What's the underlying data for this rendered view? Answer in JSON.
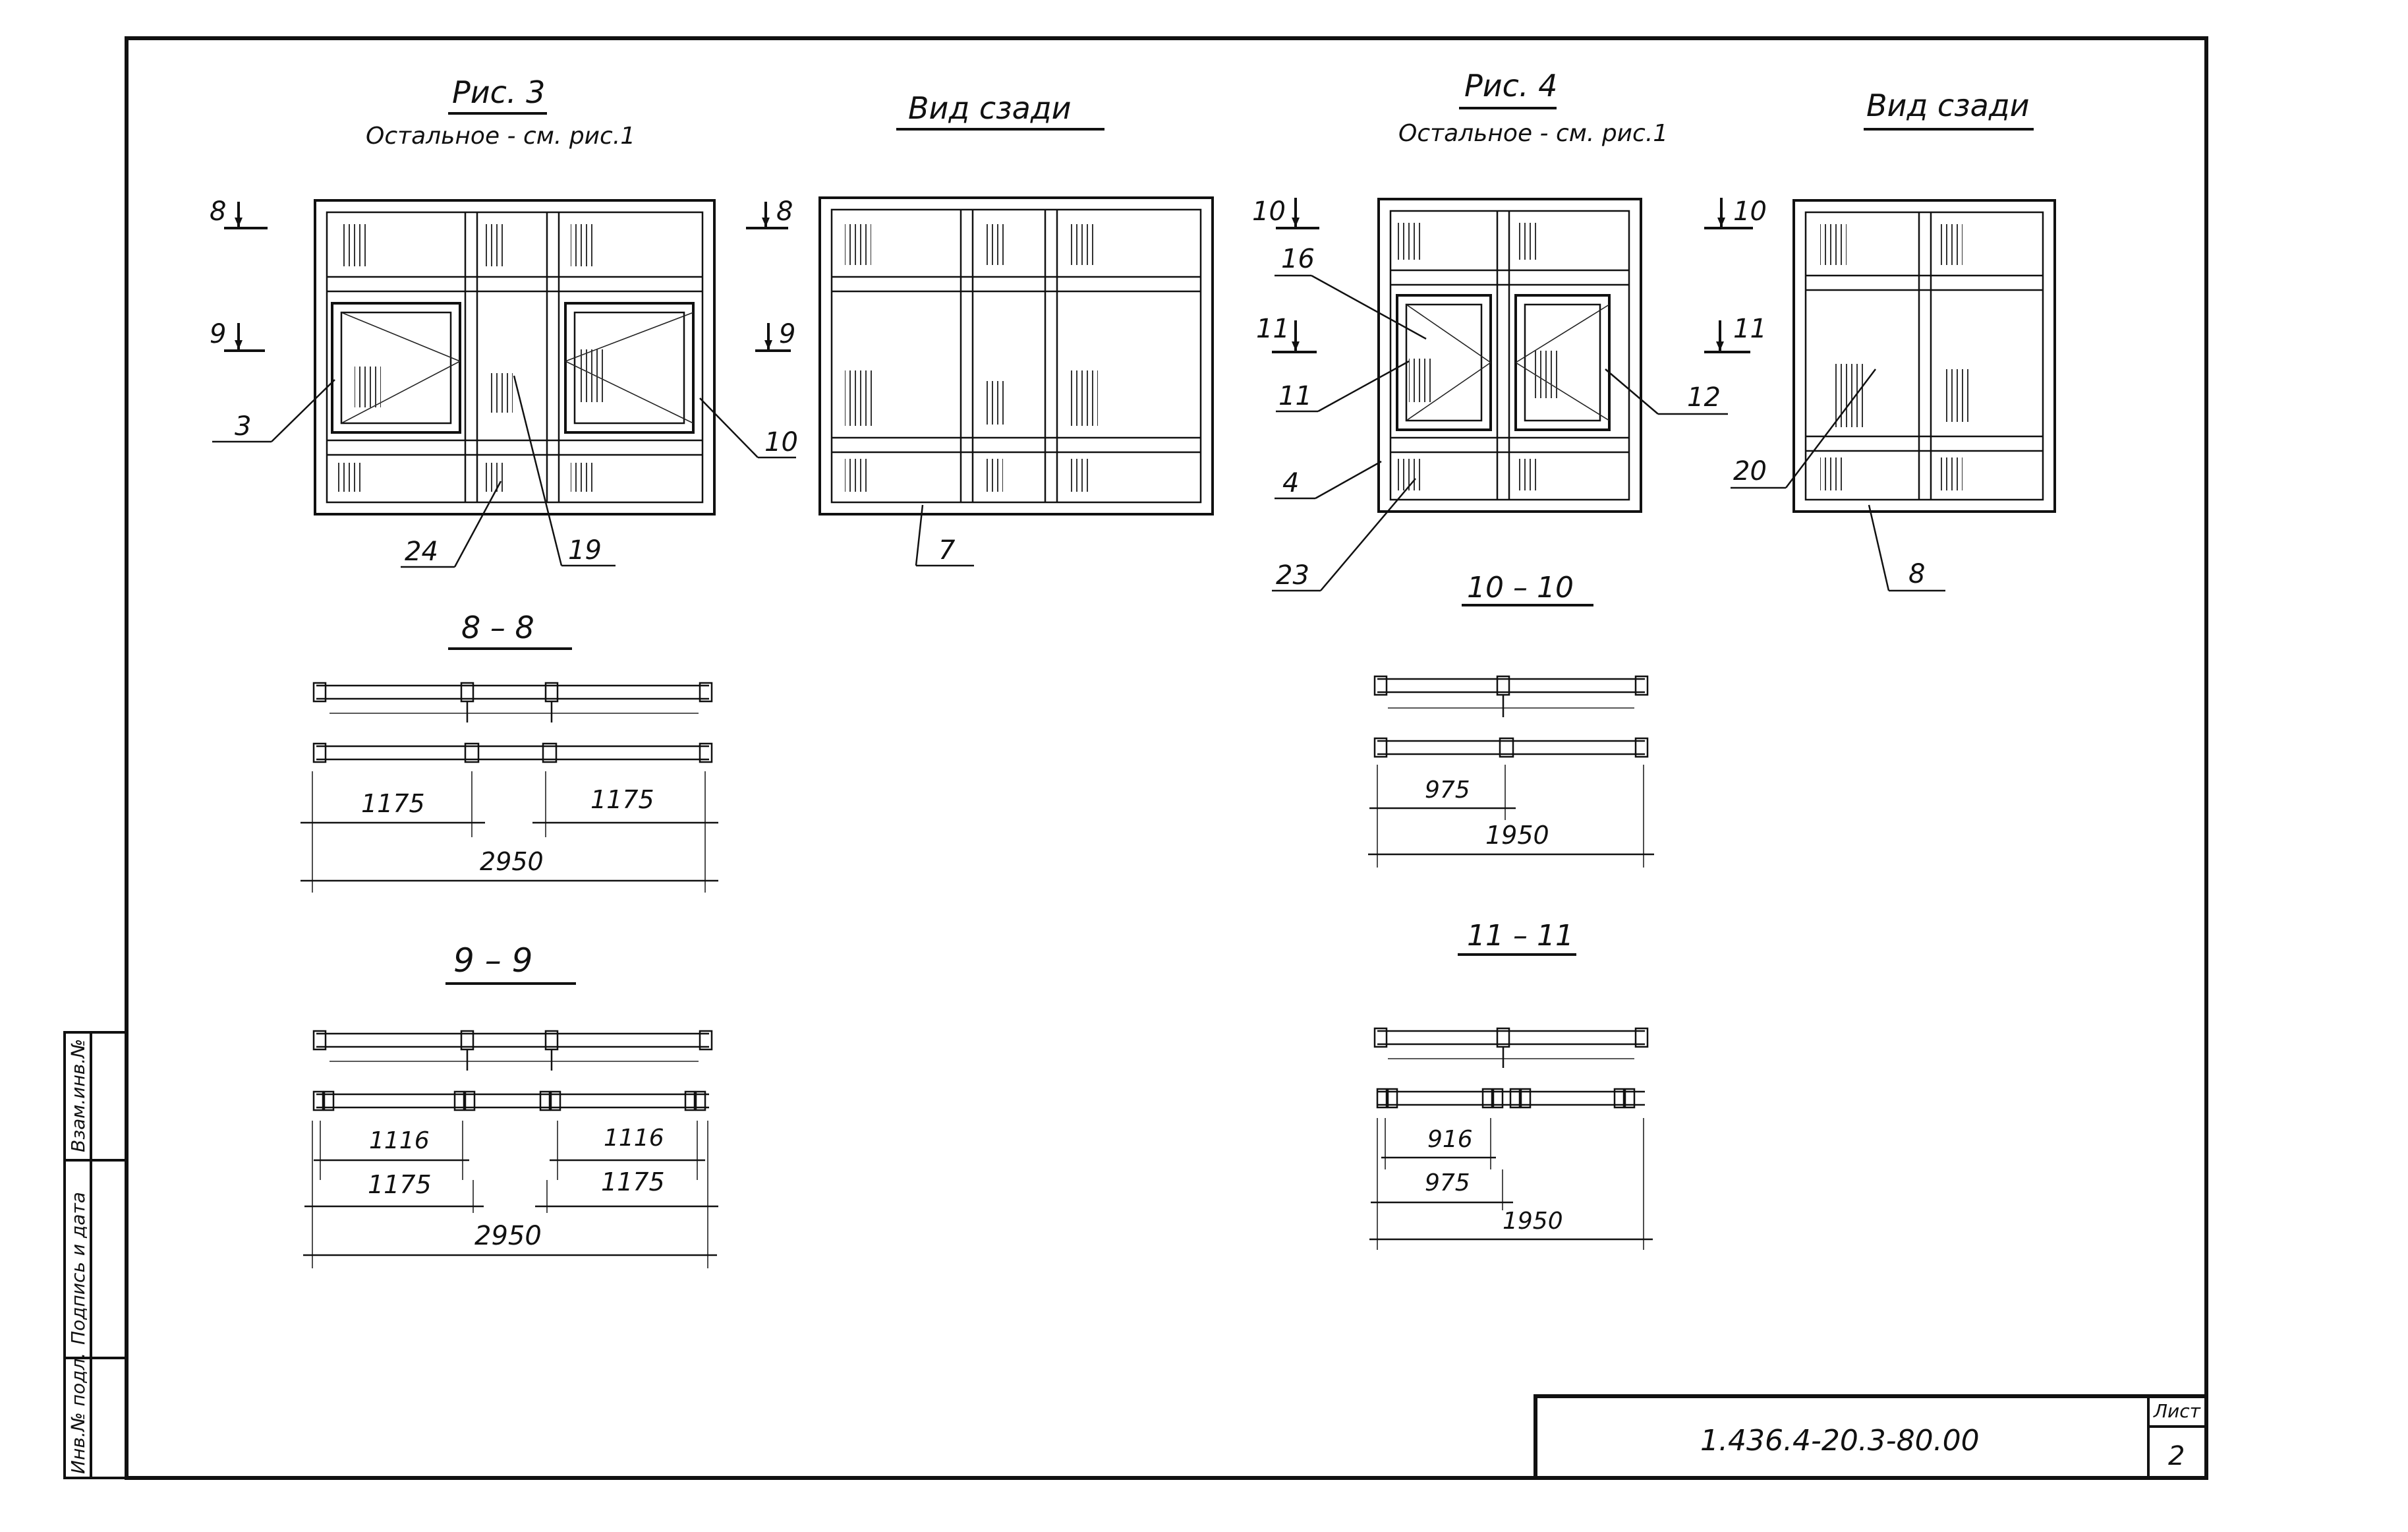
{
  "fig3": {
    "title": "Рис. 3",
    "note": "Остальное - см. рис.1",
    "cut_top_left": "8",
    "cut_top_right": "8",
    "cut_mid_left": "9",
    "cut_mid_right": "9",
    "callouts": [
      "3",
      "10",
      "24",
      "19"
    ]
  },
  "fig3_back": {
    "title": "Вид сзади",
    "callout": "7"
  },
  "fig4": {
    "title": "Рис. 4",
    "note": "Остальное - см. рис.1",
    "cut_top_left": "10",
    "cut_top_right": "10",
    "cut_mid_left": "11",
    "cut_mid_right": "11",
    "callouts": [
      "16",
      "11",
      "4",
      "23",
      "12"
    ]
  },
  "fig4_back": {
    "title": "Вид сзади",
    "callouts": [
      "20",
      "8"
    ]
  },
  "sections": {
    "s8": {
      "title": "8 – 8",
      "dims": [
        "1175",
        "1175",
        "2950"
      ]
    },
    "s9": {
      "title": "9 – 9",
      "dims": [
        "1116",
        "1116",
        "1175",
        "1175",
        "2950"
      ]
    },
    "s10": {
      "title": "10 – 10",
      "dims": [
        "975",
        "1950"
      ]
    },
    "s11": {
      "title": "11 – 11",
      "dims": [
        "916",
        "975",
        "1950"
      ]
    }
  },
  "stamp": {
    "side_labels": [
      "Инв.№ подл.",
      "Подпись и дата",
      "Взам.инв.№"
    ],
    "doc_code": "1.436.4-20.3-80.00",
    "sheet_label": "Лист",
    "sheet_number": "2"
  }
}
